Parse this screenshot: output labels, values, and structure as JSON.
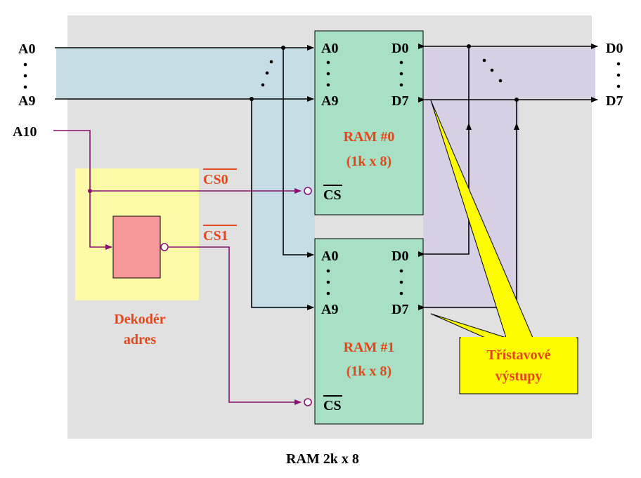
{
  "colors": {
    "panel": "#e1e1e1",
    "address_band": "#c7dde6",
    "data_band": "#d7cfe3",
    "decoder_zone": "#fdfba8",
    "ram_chip": "#a8e0c6",
    "decoder_block": "#f7989a",
    "callout": "#fdfc00",
    "wire": "#000000",
    "select_wire": "#8b0f6f",
    "label_accent": "#e2471c"
  },
  "left_signals": {
    "a0": "A0",
    "a9": "A9",
    "a10": "A10"
  },
  "right_signals": {
    "d0": "D0",
    "d7": "D7"
  },
  "chip_select": {
    "cs0": "CS0",
    "cs1": "CS1"
  },
  "ram0": {
    "title": "RAM #0",
    "size": "(1k x 8)",
    "pin_a0": "A0",
    "pin_a9": "A9",
    "pin_d0": "D0",
    "pin_d7": "D7",
    "pin_cs": "CS"
  },
  "ram1": {
    "title": "RAM #1",
    "size": "(1k x 8)",
    "pin_a0": "A0",
    "pin_a9": "A9",
    "pin_d0": "D0",
    "pin_d7": "D7",
    "pin_cs": "CS"
  },
  "decoder": {
    "line1": "Dekodér",
    "line2": "adres"
  },
  "callout": {
    "line1": "Třístavové",
    "line2": "výstupy"
  },
  "caption": "RAM 2k x 8"
}
